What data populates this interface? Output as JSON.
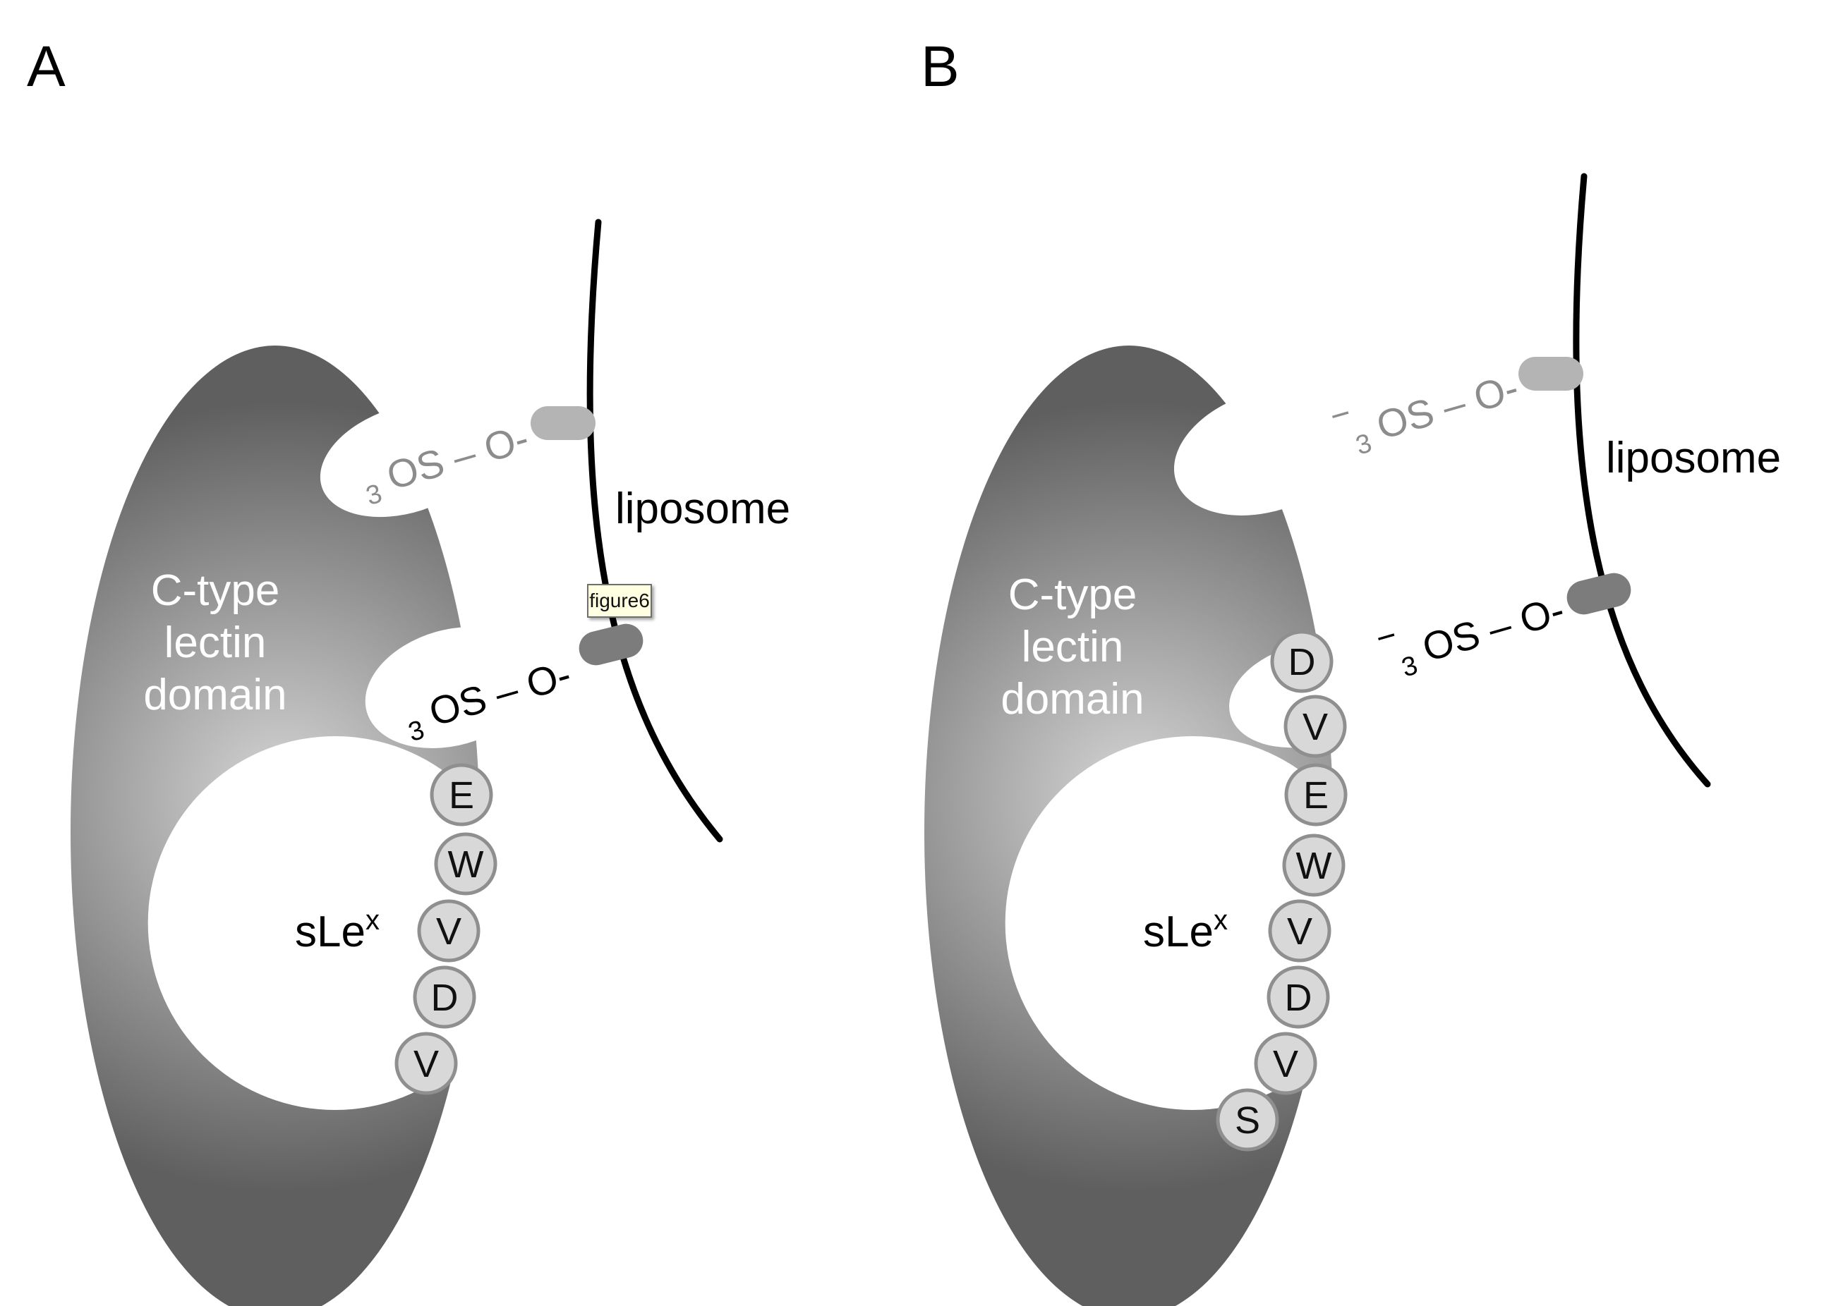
{
  "panels": {
    "a": {
      "label": "A",
      "domain_lines": [
        "C-type",
        "lectin",
        "domain"
      ],
      "ligand": "sLe",
      "ligand_sup": "x",
      "peptide": [
        "E",
        "W",
        "V",
        "D",
        "V"
      ],
      "membrane": "liposome",
      "sulfate_grey": {
        "sub": "3",
        "text": "OS – O-"
      },
      "sulfate_black": {
        "sub": "3",
        "text": "OS – O-"
      }
    },
    "b": {
      "label": "B",
      "domain_lines": [
        "C-type",
        "lectin",
        "domain"
      ],
      "ligand": "sLe",
      "ligand_sup": "x",
      "peptide": [
        "D",
        "V",
        "E",
        "W",
        "V",
        "D",
        "V",
        "S"
      ],
      "membrane": "liposome",
      "sulfate_grey": {
        "charge": "−",
        "sub": "3",
        "text": "OS – O-"
      },
      "sulfate_black": {
        "charge": "−",
        "sub": "3",
        "text": "OS – O-"
      }
    }
  },
  "tooltip": "figure6",
  "colors": {
    "domain_dark": "#5f5f5f",
    "domain_light": "#d6d6d6",
    "residue_fill": "#d8d8d8",
    "anchor_light": "#b4b4b4",
    "anchor_dark": "#7c7c7c"
  }
}
